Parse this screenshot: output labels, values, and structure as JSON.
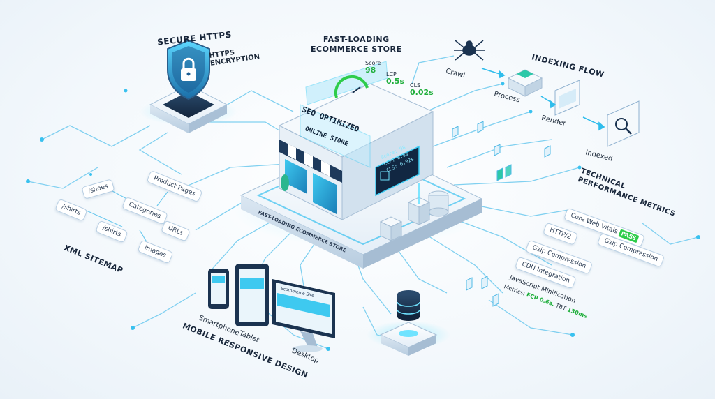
{
  "secure": {
    "title": "SECURE HTTPS",
    "caption": "HTTPS\nENCRYPTION"
  },
  "store": {
    "title": "FAST-LOADING\nECOMMERCE STORE",
    "sign_main": "SEO OPTIMIZED",
    "sign_sub": "ONLINE STORE",
    "base_label": "FAST-LOADING ECOMMERCE STORE",
    "top_metrics": [
      {
        "label": "Score",
        "value": "98"
      },
      {
        "label": "LCP",
        "value": "0.5s"
      },
      {
        "label": "CLS",
        "value": "0.02s"
      }
    ],
    "side_panel": [
      "Score: 98",
      "LCP: 0.5s",
      "CLS: 0.02s"
    ]
  },
  "indexing": {
    "title": "INDEXING FLOW",
    "steps": [
      "Crawl",
      "Process",
      "Render",
      "Indexed"
    ]
  },
  "sitemap": {
    "title": "XML SITEMAP",
    "items": [
      "/shoes",
      "Product Pages",
      "/shirts",
      "Categories",
      "/shirts",
      "URLs",
      "images"
    ]
  },
  "mobile": {
    "title": "MOBILE RESPONSIVE DESIGN",
    "devices": [
      "Smartphone",
      "Tablet",
      "Desktop"
    ],
    "screen_text": "Ecommerce Site"
  },
  "tech": {
    "title": "TECHNICAL\nPERFORMANCE METRICS",
    "core_label": "Core Web Vitals",
    "pass_label": "PASS",
    "items": [
      "HTTP/2",
      "Gzip Compression",
      "Gzip Compression",
      "CDN Integration",
      "JavaScript Minification"
    ],
    "metrics_prefix": "Metrics:",
    "fcp": "FCP 0.6s,",
    "tbt_prefix": "TBT",
    "tbt": "130ms"
  },
  "colors": {
    "accent": "#22b8e6",
    "navy": "#1b3350",
    "pass": "#2ecc4a",
    "line": "#5fc7ee"
  }
}
